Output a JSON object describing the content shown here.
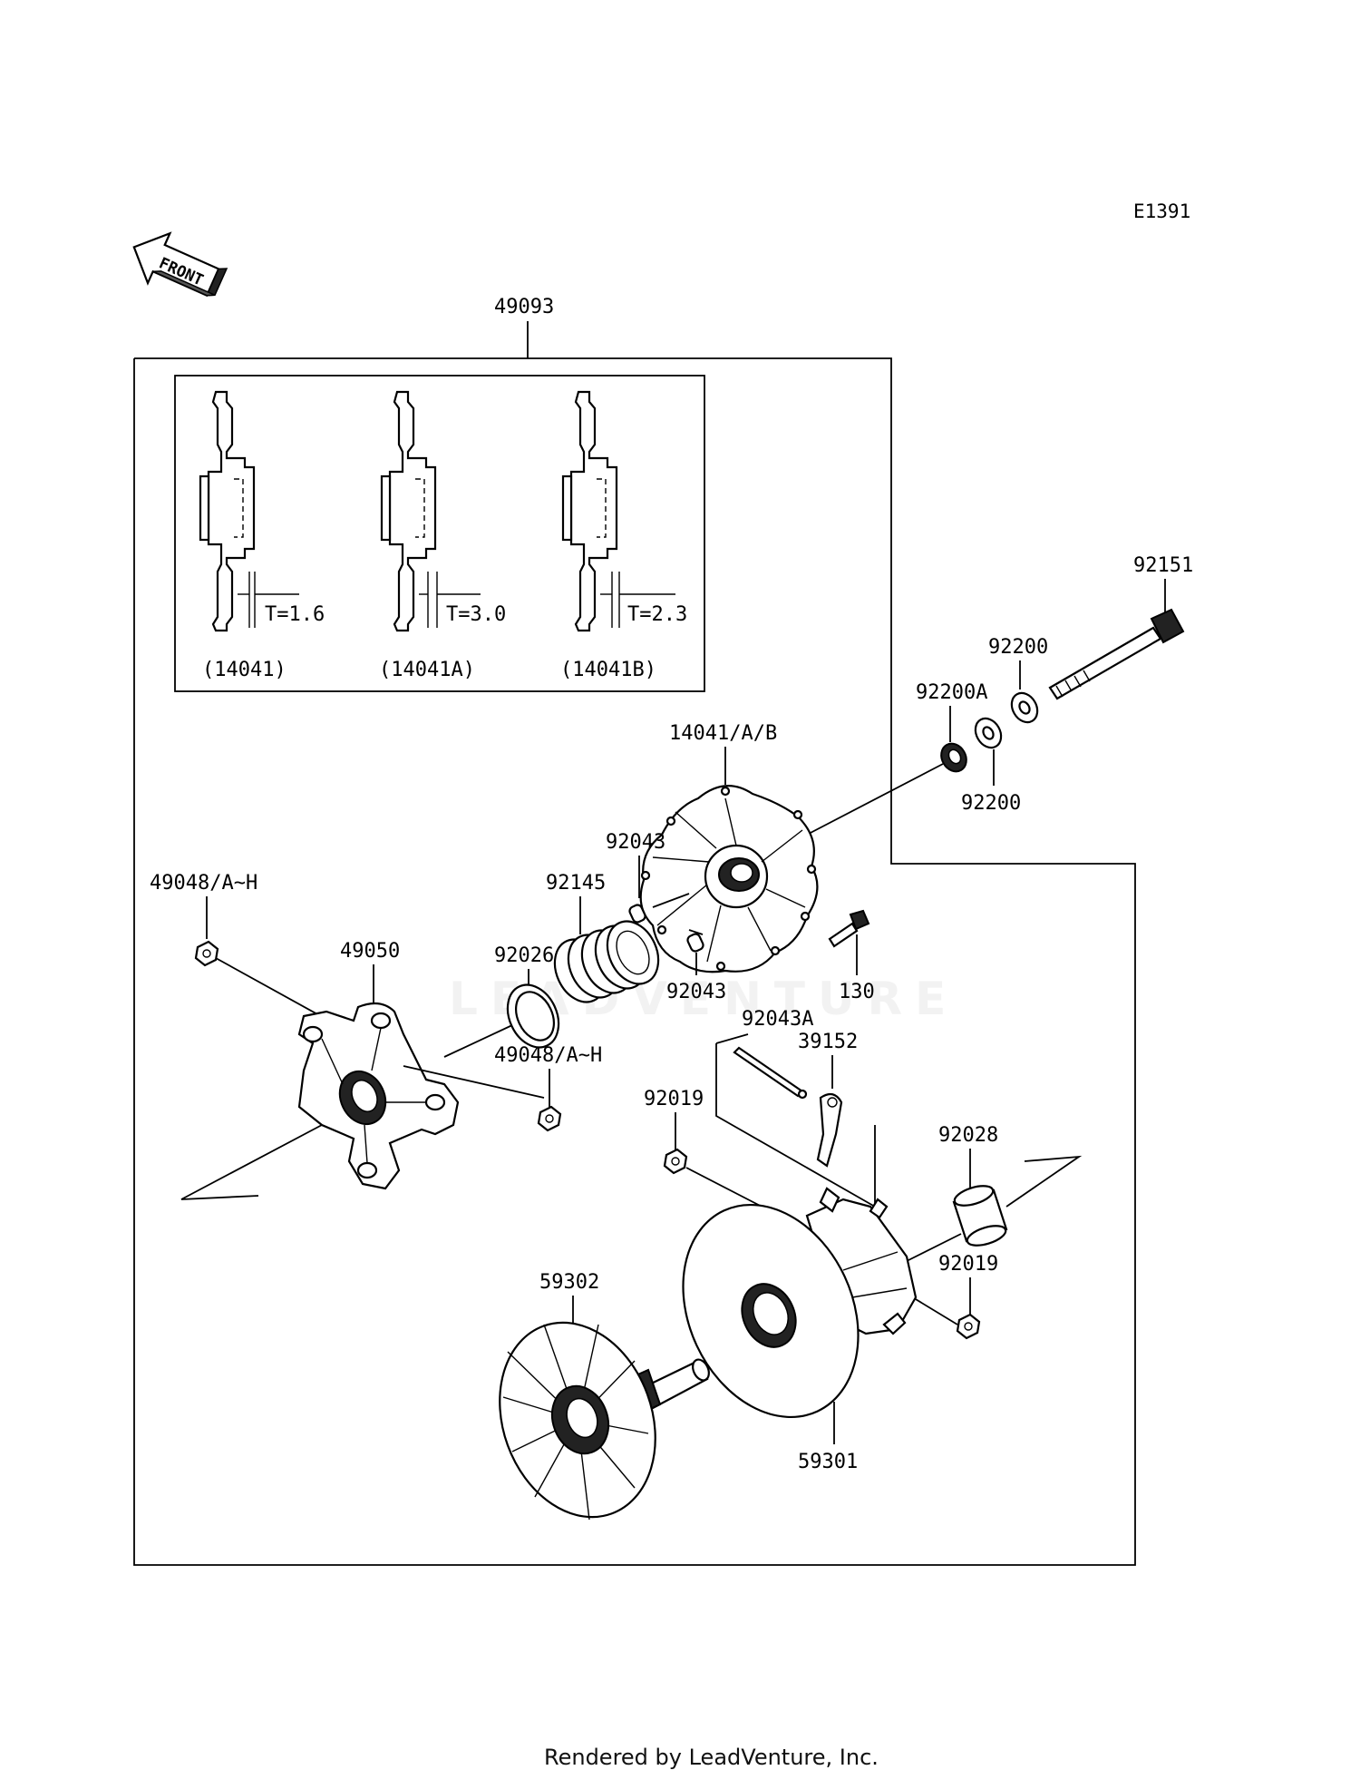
{
  "diagram_code": "E1391",
  "front_label": "FRONT",
  "watermark": "LEADVENTURE",
  "footer": "Rendered by LeadVenture, Inc.",
  "assembly_label": "49093",
  "inset": {
    "variants": [
      {
        "thickness": "T=1.6",
        "part": "(14041)"
      },
      {
        "thickness": "T=3.0",
        "part": "(14041A)"
      },
      {
        "thickness": "T=2.3",
        "part": "(14041B)"
      }
    ]
  },
  "labels": {
    "p92151": "92151",
    "p92200_top": "92200",
    "p92200A": "92200A",
    "p92200_bottom": "92200",
    "p14041AB": "14041/A/B",
    "p92043_top": "92043",
    "p92145": "92145",
    "p49048_left": "49048/A~H",
    "p92026": "92026",
    "p49050": "49050",
    "p130": "130",
    "p92043_bottom": "92043",
    "p92043A": "92043A",
    "p39152": "39152",
    "p49048_mid": "49048/A~H",
    "p92019_left": "92019",
    "p92028": "92028",
    "p92019_right": "92019",
    "p59302": "59302",
    "p59301": "59301"
  }
}
